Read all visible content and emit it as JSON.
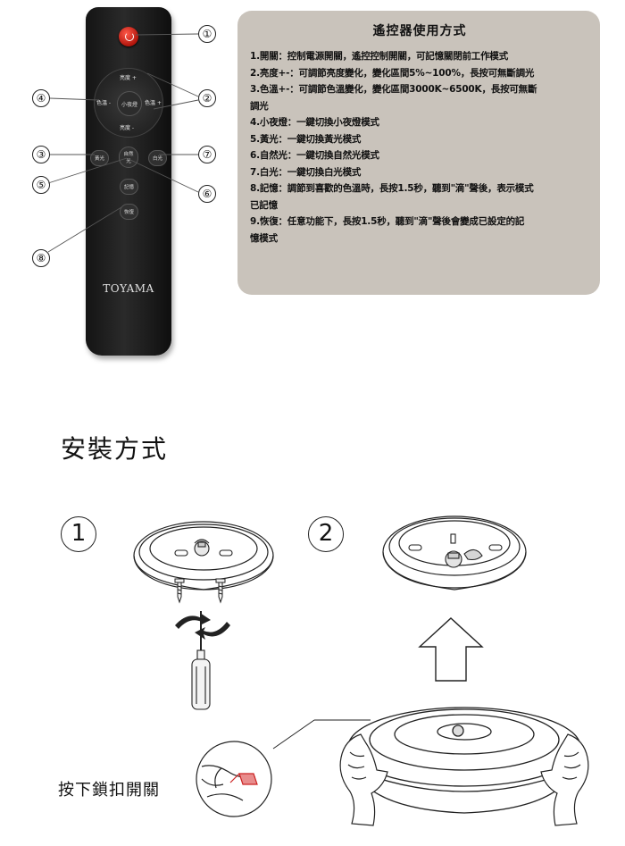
{
  "remote": {
    "brand": "TOYAMA",
    "buttons": {
      "bright_up": "亮度 +",
      "bright_down": "亮度 -",
      "color_minus": "色溫 -",
      "night": "小夜燈",
      "color_plus": "色溫 +",
      "yellow": "黃光",
      "natural": "自然光",
      "white": "白光",
      "memory": "記憶",
      "restore": "恢復"
    },
    "callouts": [
      "①",
      "②",
      "③",
      "④",
      "⑤",
      "⑥",
      "⑦",
      "⑧"
    ]
  },
  "instructions": {
    "title": "遙控器使用方式",
    "lines": [
      "1.開關：控制電源開關，遙控控制開關，可記憶關閉前工作模式",
      "2.亮度+-：可調節亮度變化，變化區間5%~100%，長按可無斷調光",
      "3.色溫+-：可調節色溫變化，變化區間3000K~6500K，長按可無斷",
      "調光",
      "4.小夜燈：一鍵切換小夜燈模式",
      "5.黃光：一鍵切換黃光模式",
      "6.自然光：一鍵切換自然光模式",
      "7.白光：一鍵切換白光模式",
      "8.記憶：調節到喜歡的色溫時，長按1.5秒，聽到\"滴\"聲後，表示模式",
      "已記憶",
      "9.恢復：任意功能下，長按1.5秒，聽到\"滴\"聲後會變成已設定的記",
      "憶模式"
    ]
  },
  "install": {
    "title": "安裝方式",
    "step1": "1",
    "step2": "2",
    "press_label": "按下鎖扣開關"
  },
  "colors": {
    "panel_bg": "#c9c3bb",
    "remote_body": "#1e1e1e",
    "power_red": "#d3261a"
  }
}
